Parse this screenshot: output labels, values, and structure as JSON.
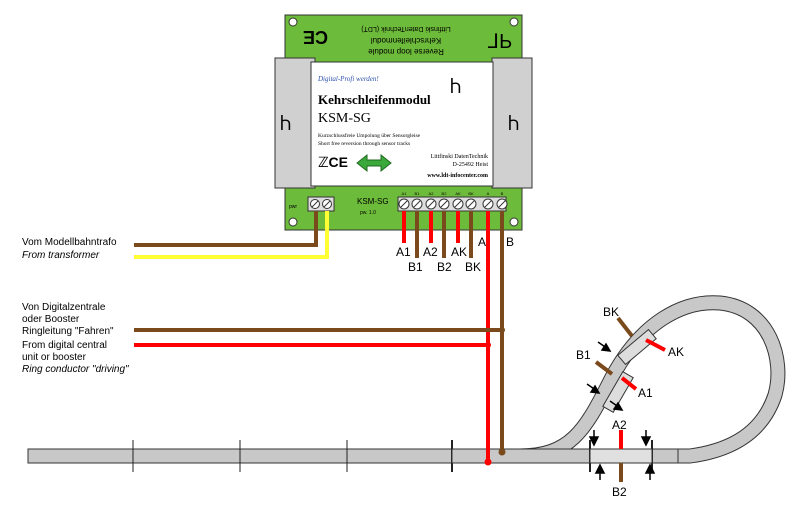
{
  "colors": {
    "module_green": "#6dbb3a",
    "track_gray": "#c8c8c8",
    "wire_brown": "#7a4a1c",
    "wire_yellow": "#ffff33",
    "wire_red": "#ff0000"
  },
  "module": {
    "label_line1": "Digital-Profi werden!",
    "title": "Kehrschleifenmodul",
    "model": "KSM-SG",
    "desc_de": "Kurzschlussfreie Umpolung über Sensorgleise",
    "desc_en": "Short free reversion through sensor tracks",
    "maker_line1": "Littfinski DatenTechnik",
    "maker_line2": "D-25492 Heist",
    "website": "www.ldt-infocenter.com",
    "top_text_1": "Reverse loop module",
    "top_text_2": "Kehrschleifenmodul",
    "top_text_3": "Littfinski DatenTechnik (LDT)",
    "board_label": "KSM-SG",
    "board_sublabel": "pw. 1.0",
    "pin_labels": [
      "A1",
      "B1",
      "A2",
      "B2",
      "AK",
      "BK",
      "A",
      "B"
    ]
  },
  "labels": {
    "transformer_de": "Vom Modellbahntrafo",
    "transformer_en": "From transformer",
    "digital_de_1": "Von Digitalzentrale",
    "digital_de_2": "oder Booster",
    "digital_de_3": "Ringleitung \"Fahren\"",
    "digital_en_1": "From digital central",
    "digital_en_2": "unit or booster",
    "digital_en_3": "Ring conductor \"driving\"",
    "wire_A1": "A1",
    "wire_B1": "B1",
    "wire_A2": "A2",
    "wire_B2": "B2",
    "wire_AK": "AK",
    "wire_BK": "BK",
    "wire_A": "A",
    "wire_B": "B",
    "track_BK": "BK",
    "track_AK": "AK",
    "track_B1": "B1",
    "track_A1": "A1",
    "track_A2": "A2",
    "track_B2": "B2"
  }
}
